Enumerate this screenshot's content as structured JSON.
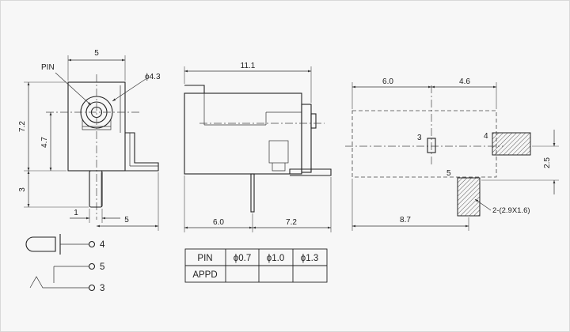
{
  "front_view": {
    "dim_width_top": "5",
    "label_pin": "PIN",
    "dim_hole": "ϕ4.3",
    "dim_height_total": "7.2",
    "dim_center_height": "4.7",
    "dim_pin_length": "3",
    "dim_pin_offset": "1",
    "dim_bottom_offset": "5"
  },
  "side_view": {
    "dim_length": "11.1",
    "dim_left_segment": "6.0",
    "dim_right_segment": "7.2"
  },
  "footprint_view": {
    "dim_left": "6.0",
    "dim_right": "4.6",
    "pad_label_3": "3",
    "pad_label_4": "4",
    "pad_label_5": "5",
    "dim_vertical": "2.5",
    "dim_bottom": "8.7",
    "pad_callout": "2-(2.9X1.6)"
  },
  "schematic": {
    "pins": [
      "4",
      "5",
      "3"
    ]
  },
  "table": {
    "rows": [
      [
        "PIN",
        "ϕ0.7",
        "ϕ1.0",
        "ϕ1.3"
      ],
      [
        "APPD",
        "",
        "",
        ""
      ]
    ]
  },
  "colors": {
    "line": "#222222",
    "background": "#f7f7f7"
  }
}
